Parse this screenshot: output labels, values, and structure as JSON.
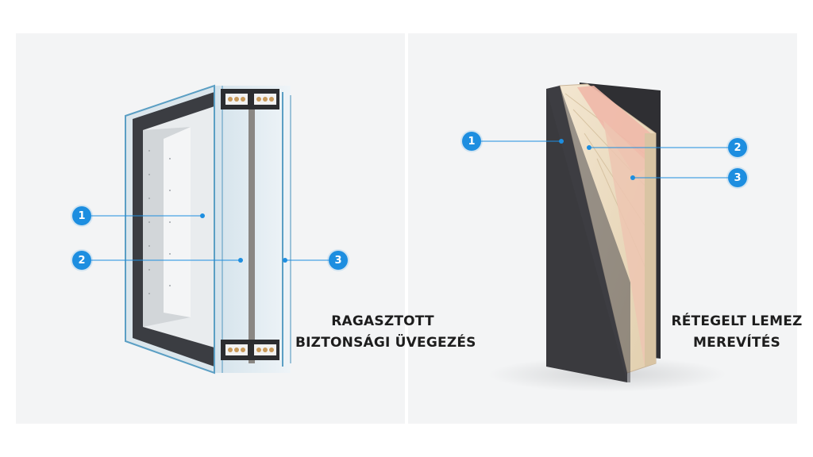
{
  "left": {
    "caption_line1": "RAGASZTOTT",
    "caption_line2": "BIZTONSÁGI ÜVEGEZÉS",
    "markers": [
      "1",
      "2",
      "3"
    ]
  },
  "right": {
    "caption_line1": "RÉTEGELT LEMEZ",
    "caption_line2": "MEREVÍTÉS",
    "markers": [
      "1",
      "2",
      "3"
    ]
  },
  "colors": {
    "accent": "#1d8ee0",
    "panel": "#f3f4f5",
    "door_surface": "#3a3a3e",
    "plywood": "#ecdcc3",
    "insulation": "#f0b8a8"
  }
}
